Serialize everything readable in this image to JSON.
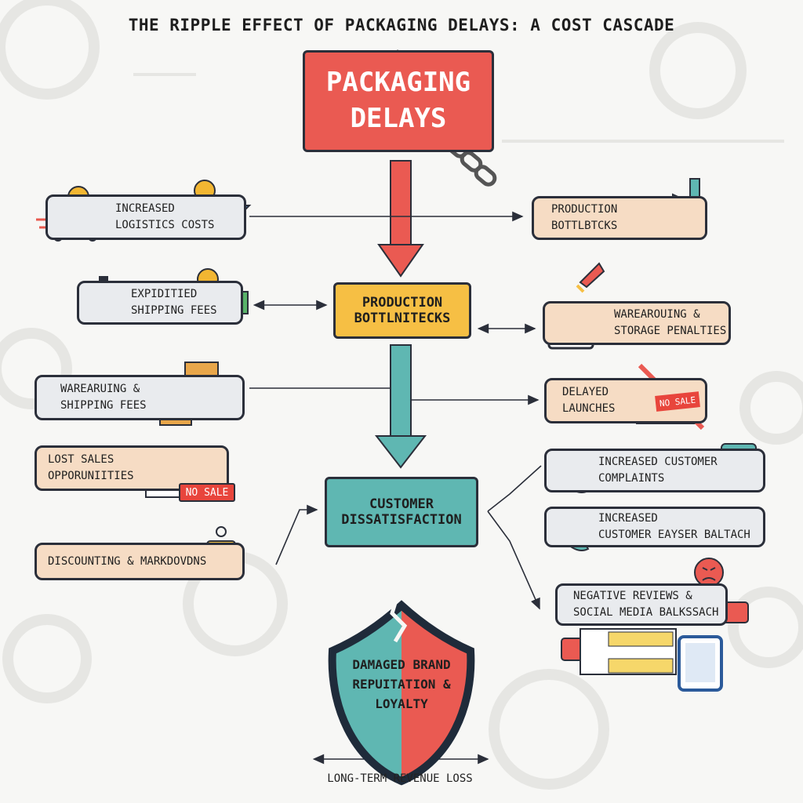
{
  "title": "THE RIPPLE EFFECT OF PACKAGING DELAYS: A COST CASCADE",
  "main_node": "PACKAGING\nDELAYS",
  "middle_node": "PRODUCTION\nBOTTLNITECKS",
  "bottom_node": "CUSTOMER\nDISSATISFACTION",
  "shield_text": "DAMAGED BRAND\nREPUITATION &\nLOYALTY",
  "footer": "LONG-TERM REVENUE LOSS",
  "left_items": [
    "INCREASED\nLOGISTICS COSTS",
    "EXPIDITIED\nSHIPPING FEES",
    "WAREARUING &\nSHIPPING FEES",
    "LOST SALES\nOPPORUNIITIES",
    "DISCOUNTING & MARKDOVDNS"
  ],
  "right_items": [
    "PRODUCTION\nBOTTLBTCKS",
    "WAREAROUING &\nSTORAGE PENALTIES",
    "DELAYED\nLAUNCHES",
    "INCREASED CUSTOMER\nCOMPLAINTS",
    "INCREASED\nCUSTOMER EAYSER BALTACH",
    "NEGATIVE REVIEWS &\nSOCIAL MEDIA BALKSSACH"
  ],
  "badges": {
    "no_sale_chart": "NO SALE",
    "no_sale_sign": "NO SALE"
  },
  "icons": [
    "delivery-truck-icon",
    "coin-icon",
    "airplane-icon",
    "stopwatch-icon",
    "cash-icon",
    "boxes-icon",
    "chart-icon",
    "price-tag-icon",
    "factory-icon",
    "warning-icon",
    "rocket-icon",
    "calendar-icon",
    "phone-icon",
    "chat-bubble-icon",
    "angry-face-icon",
    "star-rating-icon",
    "tablet-icon",
    "chain-icon",
    "shield-icon"
  ],
  "colors": {
    "primary_red": "#ea5a52",
    "accent_yellow": "#f6bf44",
    "teal": "#5fb7b2",
    "box_gray": "#e9ebee",
    "box_peach": "#f6dcc4",
    "outline": "#2b2f3a"
  }
}
